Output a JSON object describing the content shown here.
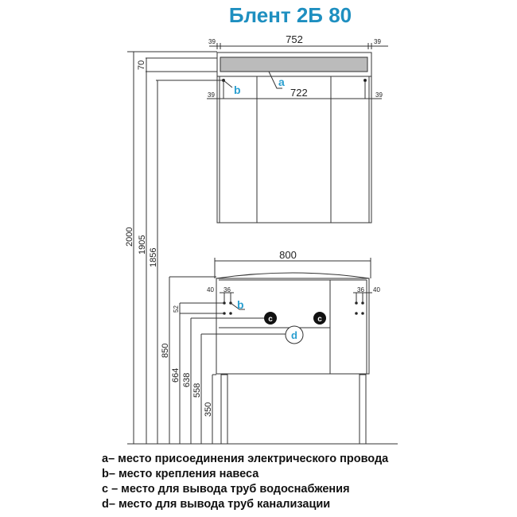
{
  "title": "Блент 2Б 80",
  "colors": {
    "title": "#1e8fc0",
    "label": "#2a9fd0",
    "line": "#333333",
    "fill": "#bbbbbb"
  },
  "mirror_cabinet": {
    "width_outer": "752",
    "width_inner": "722",
    "margin_left": "39",
    "margin_right": "39",
    "margin_left_lower": "39",
    "margin_right_lower": "39",
    "label_a": "a",
    "label_b": "b"
  },
  "vanity": {
    "width": "800",
    "left_40": "40",
    "left_36": "36",
    "right_36": "36",
    "right_40": "40",
    "dim_52": "52",
    "label_b": "b",
    "label_c": "c",
    "label_d": "d"
  },
  "heights": {
    "h2000": "2000",
    "h1905": "1905",
    "h1856": "1856",
    "h70": "70",
    "h850": "850",
    "h664": "664",
    "h638": "638",
    "h558": "558",
    "h350": "350"
  },
  "legend": [
    "a– место присоединения электрического провода",
    "b– место крепления навеса",
    "c – место для вывода труб водоснабжения",
    "d– место для вывода труб канализации"
  ]
}
